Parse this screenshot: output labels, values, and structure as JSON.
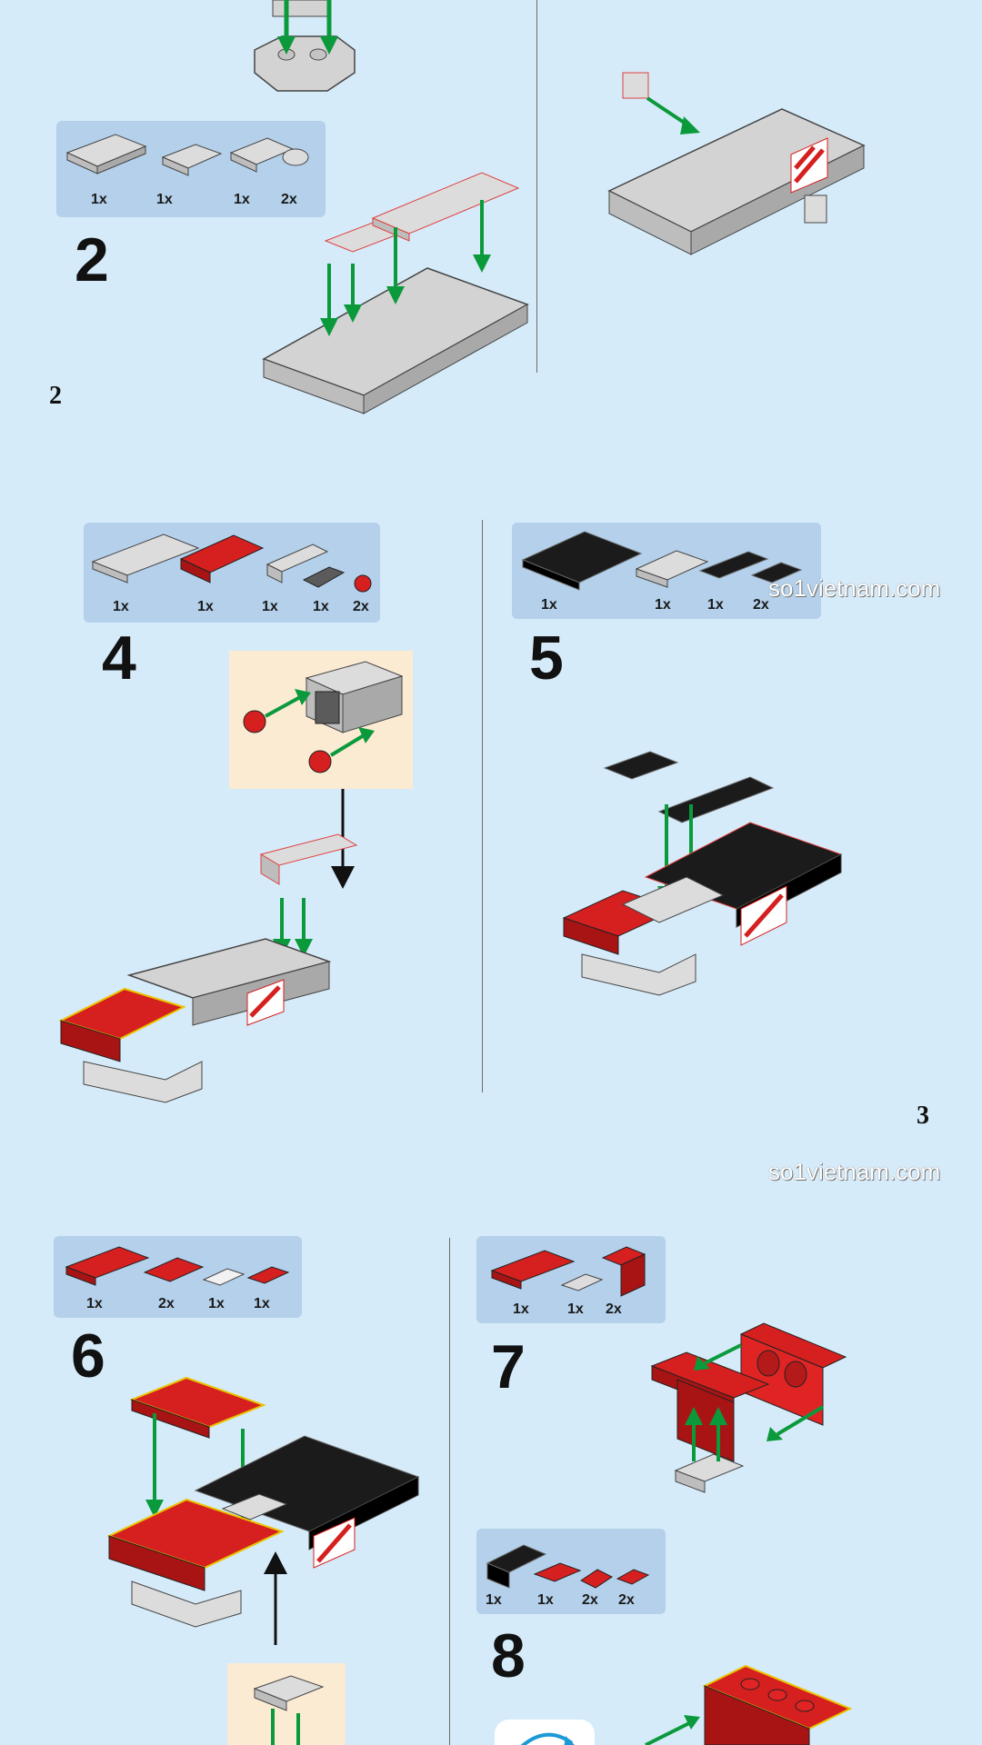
{
  "page_top": {
    "step_2": {
      "number": "2",
      "parts": [
        {
          "qty": "1x",
          "name": "light-gray-plate-2x4"
        },
        {
          "qty": "1x",
          "name": "light-gray-plate-with-clip"
        },
        {
          "qty": "1x",
          "name": "light-gray-plate-2x3"
        },
        {
          "qty": "2x",
          "name": "light-gray-round-plate"
        }
      ]
    },
    "page_number": "2"
  },
  "page_middle": {
    "step_4": {
      "number": "4",
      "parts": [
        {
          "qty": "1x",
          "name": "light-gray-plate-2x6"
        },
        {
          "qty": "1x",
          "name": "red-wedge-plate"
        },
        {
          "qty": "1x",
          "name": "light-gray-brick-1x4-holes"
        },
        {
          "qty": "1x",
          "name": "dark-gray-grille-tile"
        },
        {
          "qty": "2x",
          "name": "red-round-plate"
        }
      ]
    },
    "step_5": {
      "number": "5",
      "parts": [
        {
          "qty": "1x",
          "name": "black-plate-4x6"
        },
        {
          "qty": "1x",
          "name": "light-gray-plate-2x3"
        },
        {
          "qty": "1x",
          "name": "black-plate-1x4"
        },
        {
          "qty": "2x",
          "name": "black-plate-1x2"
        }
      ]
    },
    "page_number": "3",
    "watermark_1": "so1vietnam.com",
    "watermark_2": "so1vietnam.com"
  },
  "page_bottom": {
    "step_6": {
      "number": "6",
      "parts": [
        {
          "qty": "1x",
          "name": "red-plate-2x4"
        },
        {
          "qty": "2x",
          "name": "red-plate-2x3"
        },
        {
          "qty": "1x",
          "name": "white-tile-1x2"
        },
        {
          "qty": "1x",
          "name": "red-plate-1x2"
        }
      ]
    },
    "step_7": {
      "number": "7",
      "parts": [
        {
          "qty": "1x",
          "name": "red-plate-2x4"
        },
        {
          "qty": "1x",
          "name": "light-gray-plate-1x2-stud"
        },
        {
          "qty": "2x",
          "name": "red-bracket"
        }
      ]
    },
    "step_8": {
      "number": "8",
      "parts": [
        {
          "qty": "1x",
          "name": "black-technic-brick"
        },
        {
          "qty": "1x",
          "name": "red-plate-1x2"
        },
        {
          "qty": "2x",
          "name": "red-slope"
        },
        {
          "qty": "2x",
          "name": "red-clip-plate"
        }
      ]
    }
  },
  "colors": {
    "background": "#d6ebf9",
    "parts_box": "#b4d0ea",
    "callout": "#fcebd3",
    "arrow_green": "#0a9a3c",
    "brick_red": "#d61f1f",
    "brick_gray": "#d3d3d3",
    "brick_black": "#111111"
  }
}
